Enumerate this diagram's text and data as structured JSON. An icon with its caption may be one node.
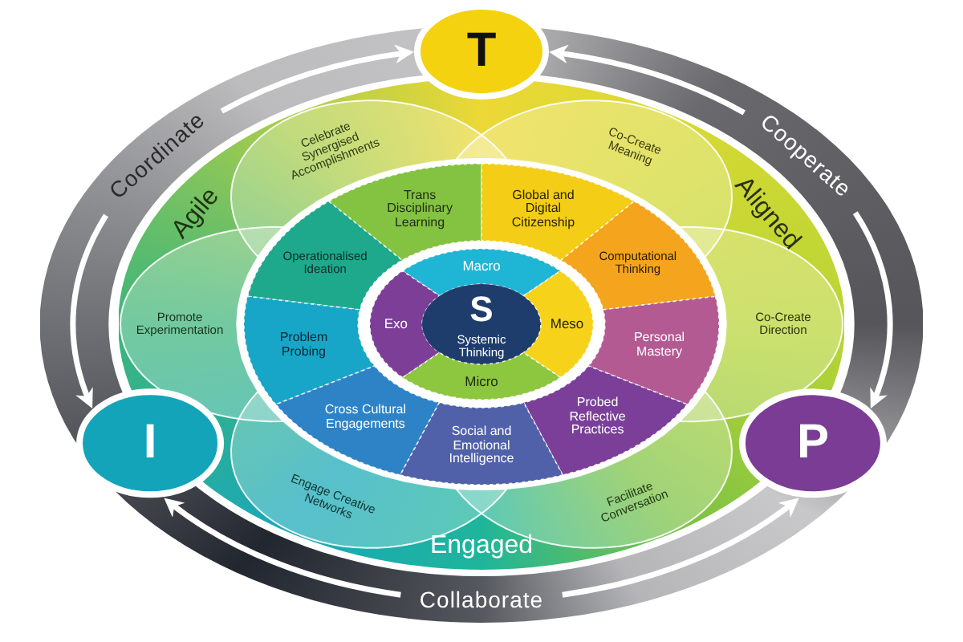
{
  "diagram": {
    "nodes": [
      {
        "text": [
          "T"
        ]
      },
      {
        "text": [
          "Celebrate Synergised Accomplishments"
        ]
      },
      {
        "text": [
          "Co-Create Meaning"
        ]
      },
      {
        "text": [
          "Trans Disciplinary Learning"
        ]
      },
      {
        "text": [
          "Global and Digital Citizenship"
        ]
      },
      {
        "text": [
          "Operationalised Ideation"
        ]
      },
      {
        "text": [
          "Computational Thinking"
        ]
      },
      {
        "text": [
          "Macro"
        ]
      },
      {
        "text": [
          "Exo"
        ]
      },
      {
        "text": [
          "S",
          "Systemic Thinking"
        ]
      },
      {
        "text": [
          "Meso"
        ]
      },
      {
        "text": [
          "Promote Experimentation"
        ]
      },
      {
        "text": [
          "Co-Create Direction"
        ]
      },
      {
        "text": [
          "Problem Probing"
        ]
      },
      {
        "text": [
          "Personal Mastery"
        ]
      },
      {
        "text": [
          "Micro"
        ]
      },
      {
        "text": [
          "Cross Cultural Engagements"
        ]
      },
      {
        "text": [
          "Probed Reflective Practices"
        ]
      },
      {
        "text": [
          "Social and Emotional Intelligence"
        ]
      },
      {
        "text": [
          "I"
        ]
      },
      {
        "text": [
          "P"
        ]
      },
      {
        "text": [
          "Engage Creative Networks"
        ]
      },
      {
        "text": [
          "Facilitate Conversation"
        ]
      }
    ],
    "edges": [
      {
        "from": 0,
        "to": 19,
        "arrow": "both",
        "label": "Coordinate"
      },
      {
        "from": 0,
        "to": 20,
        "arrow": "both",
        "label": "Cooperate"
      },
      {
        "from": 19,
        "to": 20,
        "arrow": "both",
        "label": "Collaborate"
      }
    ],
    "labels": [
      "Agile",
      "Aligned",
      "Engaged"
    ]
  }
}
